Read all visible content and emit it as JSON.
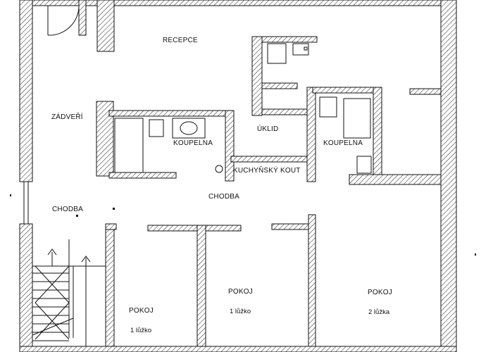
{
  "plan": {
    "rooms": {
      "reception": "RECEPCE",
      "vestibule": "ZÁDVEŘÍ",
      "bathroom_left": "KOUPELNA",
      "bathroom_right": "KOUPELNA",
      "cleaning": "ÚKLID",
      "kitchenette": "KUCHYŇSKÝ KOUT",
      "corridor_left": "CHODBA",
      "corridor_center": "CHODBA",
      "room_1": {
        "name": "POKOJ",
        "beds": "1 lůžko"
      },
      "room_2": {
        "name": "POKOJ",
        "beds": "1 lůžko"
      },
      "room_3": {
        "name": "POKOJ",
        "beds": "2 lůžka"
      }
    },
    "colors": {
      "ink": "#111111",
      "hatch": "#333333",
      "background": "#ffffff"
    }
  }
}
